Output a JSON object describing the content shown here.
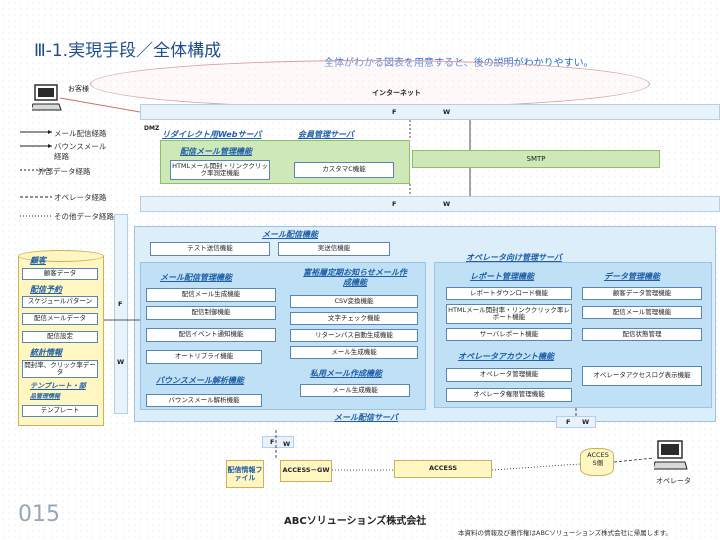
{
  "slide": {
    "title": "Ⅲ-1.実現手段／全体構成",
    "subtitle": "全体がわかる図表を用意すると、後の説明がわかりやすい。",
    "page_number": "015",
    "company": "ABCソリューションズ株式会社",
    "copyright": "本資料の情報及び著作権はABCソリューションズ株式会社に帰属します。"
  },
  "top": {
    "customer": "お客様",
    "internet": "インターネット",
    "fw_f": "F",
    "fw_w": "W",
    "dmz": "DMZ"
  },
  "legend": {
    "items": [
      "メール配信経路",
      "バウンスメール経路",
      "外部データ経路",
      "オペレータ経路",
      "その他データ経路"
    ]
  },
  "dmz_zone": {
    "web_server": "リダイレクト用Webサーバ",
    "member_server": "会員管理サーバ",
    "mail_mgmt": "配信メール管理機能",
    "html_box": "HTMLメール開封・リンククリック率測定機能",
    "custom_box": "カスタマC機能",
    "smtp": "SMTP"
  },
  "mid_fw": {
    "f": "F",
    "w": "W"
  },
  "mail_system": {
    "title": "メール配信機能",
    "test_send": "テスト送信機能",
    "real_send": "実送信機能",
    "mail_mgmt_title": "メール配信管理機能",
    "news_title": "富裕層定期お知らせメール作成機能",
    "schedule_mgmt": "配信メール生成機能",
    "csv": "CSV変換機能",
    "delivery_ctrl": "配信制御機能",
    "char_check": "文字チェック機能",
    "event_notice": "配信イベント通知機能",
    "return_path": "リターンパス自動生成機能",
    "auto_reply": "オートリプライ機能",
    "mail_gen": "メール生成機能",
    "bounce_title": "バウンスメール解析機能",
    "bounce_box": "バウンスメール解析機能",
    "private_title": "私用メール作成機能",
    "mail_gen2": "メール生成機能",
    "server_label": "メール配信サーバ"
  },
  "db": {
    "customer": "顧客",
    "customer_data": "顧客データ",
    "plan": "配信予約",
    "schedule_pattern": "スケジュールパターン",
    "mail_data": "配信メールデータ",
    "settings": "配信設定",
    "stats": "統計情報",
    "open_rate": "開封率、クリック率データ",
    "template_sect": "テンプレート・部",
    "template_sub": "品管理情報",
    "template": "テンプレート"
  },
  "side_fw": {
    "f": "F",
    "w": "W"
  },
  "operator_server": {
    "title": "オペレータ向け管理サーバ",
    "report_title": "レポート管理機能",
    "data_title": "データ管理機能",
    "report_dl": "レポートダウンロード機能",
    "customer_data_mgmt": "顧客データ管理機能",
    "html_report": "HTMLメール開封率・リンククリック率レポート機能",
    "mail_mgmt": "配信メール管理機能",
    "server_report": "サーバレポート機能",
    "status_mgmt": "配信状態管理",
    "account_title": "オペレータアカウント機能",
    "operator_mgmt": "オペレータ管理機能",
    "access_log": "オペレータアクセスログ表示機能",
    "perm_mgmt": "オペレータ権限管理機能"
  },
  "bottom": {
    "fw_f": "F",
    "fw_w": "W",
    "right_f": "F",
    "right_w": "W",
    "file": "配信情報ファイル",
    "access_gw": "ACCESS－GW",
    "access": "ACCESS",
    "access_db": "ACCES S側",
    "operator": "オペレータ"
  },
  "colors": {
    "title_blue": "#1f4e8c",
    "subtitle_blue": "#2a6bd1",
    "section_blue": "#1f5fa8",
    "panel_light": "#dceefa",
    "panel_mid": "#bfe0f5",
    "green": "#cfe8b8",
    "line_blue": "#5a86b4"
  }
}
